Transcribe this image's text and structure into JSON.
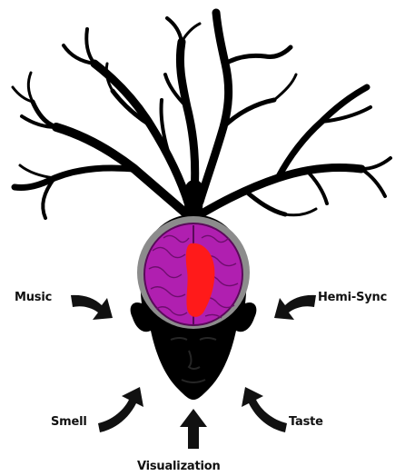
{
  "labels": {
    "music": "Music",
    "hemi_sync": "Hemi-Sync",
    "smell": "Smell",
    "taste": "Taste",
    "visualization": "Visualization"
  },
  "colors": {
    "background": "#ffffff",
    "tree_and_head": "#000000",
    "skull_ring": "#8c8c8c",
    "brain": "#b01fb0",
    "brain_outline": "#5a0a5a",
    "brain_core": "#ff1a1a",
    "arrows": "#111111",
    "text": "#111111"
  },
  "icons": {
    "tree": "branching-tree-icon",
    "head": "head-silhouette-icon",
    "brain": "brain-icon",
    "arrow": "curved-arrow-icon"
  }
}
